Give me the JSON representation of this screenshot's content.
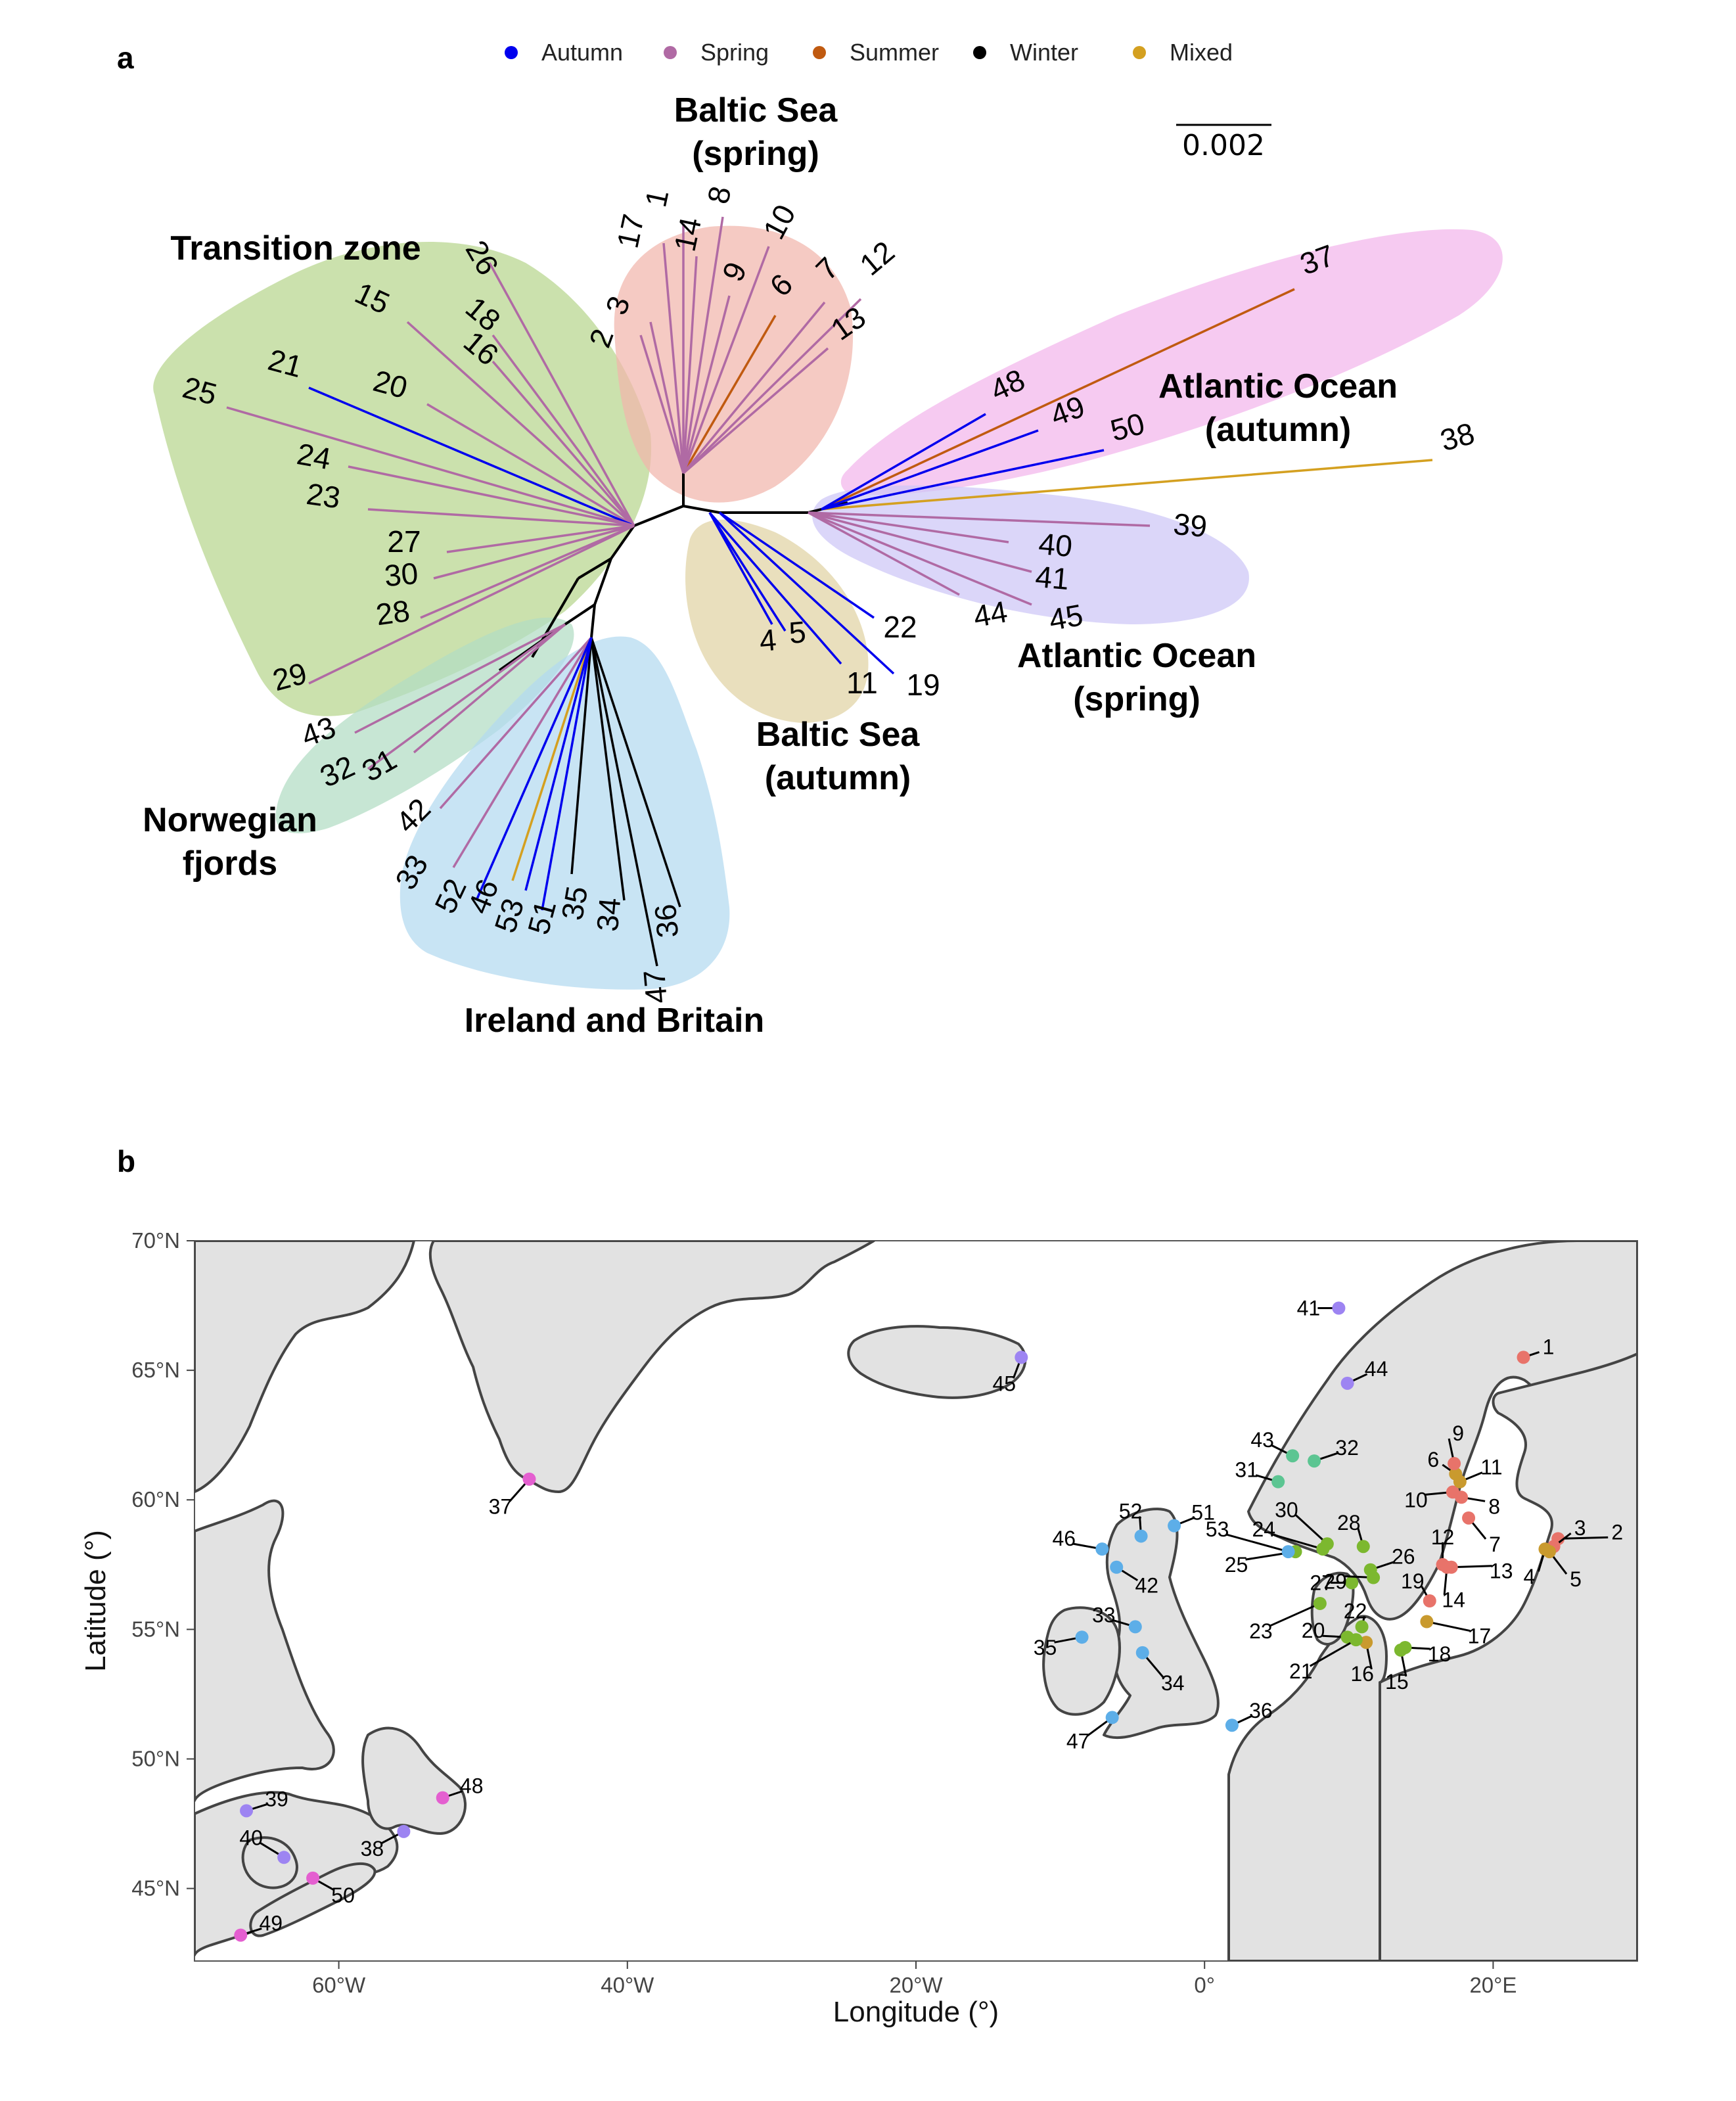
{
  "panel_a": {
    "label": "a",
    "legend": [
      {
        "name": "Autumn",
        "color": "#0000ee"
      },
      {
        "name": "Spring",
        "color": "#b06aa4"
      },
      {
        "name": "Summer",
        "color": "#c05a10"
      },
      {
        "name": "Winter",
        "color": "#000000"
      },
      {
        "name": "Mixed",
        "color": "#d4a020"
      }
    ],
    "scale_bar": "0.002",
    "clades": [
      {
        "id": "transition",
        "lines": [
          "Transition zone"
        ],
        "color": "#b7d58e"
      },
      {
        "id": "baltic_spring",
        "lines": [
          "Baltic Sea",
          "(spring)"
        ],
        "color": "#f1b6ac"
      },
      {
        "id": "atlantic_autumn",
        "lines": [
          "Atlantic Ocean",
          "(autumn)"
        ],
        "color": "#f2b5ec"
      },
      {
        "id": "atlantic_spring",
        "lines": [
          "Atlantic Ocean",
          "(spring)"
        ],
        "color": "#cdc6f7"
      },
      {
        "id": "baltic_autumn",
        "lines": [
          "Baltic Sea",
          "(autumn)"
        ],
        "color": "#e0d2a4"
      },
      {
        "id": "norwegian",
        "lines": [
          "Norwegian",
          "fjords"
        ],
        "color": "#b2dcc3"
      },
      {
        "id": "ireland",
        "lines": [
          "Ireland and Britain"
        ],
        "color": "#b3d9f0"
      }
    ],
    "tips": [
      {
        "id": "1",
        "season": "Spring"
      },
      {
        "id": "2",
        "season": "Spring"
      },
      {
        "id": "3",
        "season": "Spring"
      },
      {
        "id": "4",
        "season": "Autumn"
      },
      {
        "id": "5",
        "season": "Autumn"
      },
      {
        "id": "6",
        "season": "Summer"
      },
      {
        "id": "7",
        "season": "Spring"
      },
      {
        "id": "8",
        "season": "Spring"
      },
      {
        "id": "9",
        "season": "Spring"
      },
      {
        "id": "10",
        "season": "Spring"
      },
      {
        "id": "11",
        "season": "Autumn"
      },
      {
        "id": "12",
        "season": "Spring"
      },
      {
        "id": "13",
        "season": "Spring"
      },
      {
        "id": "14",
        "season": "Spring"
      },
      {
        "id": "15",
        "season": "Spring"
      },
      {
        "id": "16",
        "season": "Spring"
      },
      {
        "id": "17",
        "season": "Spring"
      },
      {
        "id": "18",
        "season": "Spring"
      },
      {
        "id": "19",
        "season": "Autumn"
      },
      {
        "id": "20",
        "season": "Spring"
      },
      {
        "id": "21",
        "season": "Autumn"
      },
      {
        "id": "22",
        "season": "Autumn"
      },
      {
        "id": "23",
        "season": "Spring"
      },
      {
        "id": "24",
        "season": "Spring"
      },
      {
        "id": "25",
        "season": "Spring"
      },
      {
        "id": "26",
        "season": "Spring"
      },
      {
        "id": "27",
        "season": "Spring"
      },
      {
        "id": "28",
        "season": "Spring"
      },
      {
        "id": "29",
        "season": "Spring"
      },
      {
        "id": "30",
        "season": "Spring"
      },
      {
        "id": "31",
        "season": "Spring"
      },
      {
        "id": "32",
        "season": "Spring"
      },
      {
        "id": "33",
        "season": "Spring"
      },
      {
        "id": "34",
        "season": "Winter"
      },
      {
        "id": "35",
        "season": "Winter"
      },
      {
        "id": "36",
        "season": "Winter"
      },
      {
        "id": "37",
        "season": "Summer"
      },
      {
        "id": "38",
        "season": "Mixed"
      },
      {
        "id": "39",
        "season": "Spring"
      },
      {
        "id": "40",
        "season": "Spring"
      },
      {
        "id": "41",
        "season": "Spring"
      },
      {
        "id": "42",
        "season": "Spring"
      },
      {
        "id": "43",
        "season": "Spring"
      },
      {
        "id": "44",
        "season": "Spring"
      },
      {
        "id": "45",
        "season": "Spring"
      },
      {
        "id": "46",
        "season": "Mixed"
      },
      {
        "id": "47",
        "season": "Winter"
      },
      {
        "id": "48",
        "season": "Autumn"
      },
      {
        "id": "49",
        "season": "Autumn"
      },
      {
        "id": "50",
        "season": "Autumn"
      },
      {
        "id": "51",
        "season": "Autumn"
      },
      {
        "id": "52",
        "season": "Autumn"
      },
      {
        "id": "53",
        "season": "Autumn"
      }
    ]
  },
  "panel_b": {
    "label": "b",
    "x_axis": {
      "title": "Longitude (°)",
      "ticks": [
        "60°W",
        "40°W",
        "20°W",
        "0°",
        "20°E"
      ]
    },
    "y_axis": {
      "title": "Latitude (°)",
      "ticks": [
        "70°N",
        "65°N",
        "60°N",
        "55°N",
        "50°N",
        "45°N"
      ]
    },
    "colors": {
      "sea": "#ffffff",
      "land": "#e2e2e2",
      "border": "#444444",
      "baltic_spring": "#e8736a",
      "mixed": "#c99a2e",
      "transition": "#7cb82f",
      "norwegian": "#5cc592",
      "ireland": "#5daee8",
      "atlantic_spring": "#9d84f2",
      "atlantic_autumn": "#e45fd0"
    },
    "sites": [
      {
        "id": "1",
        "lon": 22.1,
        "lat": 65.5,
        "group": "baltic_spring"
      },
      {
        "id": "2",
        "lon": 24.5,
        "lat": 58.5,
        "group": "baltic_spring"
      },
      {
        "id": "3",
        "lon": 24.2,
        "lat": 58.2,
        "group": "baltic_spring"
      },
      {
        "id": "4",
        "lon": 23.6,
        "lat": 58.1,
        "group": "mixed"
      },
      {
        "id": "5",
        "lon": 23.9,
        "lat": 58.0,
        "group": "mixed"
      },
      {
        "id": "6",
        "lon": 17.4,
        "lat": 61.0,
        "group": "mixed"
      },
      {
        "id": "7",
        "lon": 18.3,
        "lat": 59.3,
        "group": "baltic_spring"
      },
      {
        "id": "8",
        "lon": 17.8,
        "lat": 60.1,
        "group": "baltic_spring"
      },
      {
        "id": "9",
        "lon": 17.3,
        "lat": 61.4,
        "group": "baltic_spring"
      },
      {
        "id": "10",
        "lon": 17.2,
        "lat": 60.3,
        "group": "baltic_spring"
      },
      {
        "id": "11",
        "lon": 17.7,
        "lat": 60.7,
        "group": "mixed"
      },
      {
        "id": "12",
        "lon": 16.5,
        "lat": 57.5,
        "group": "baltic_spring"
      },
      {
        "id": "13",
        "lon": 17.1,
        "lat": 57.4,
        "group": "baltic_spring"
      },
      {
        "id": "14",
        "lon": 16.8,
        "lat": 57.4,
        "group": "baltic_spring"
      },
      {
        "id": "15",
        "lon": 13.6,
        "lat": 54.2,
        "group": "transition"
      },
      {
        "id": "16",
        "lon": 11.2,
        "lat": 54.5,
        "group": "mixed"
      },
      {
        "id": "17",
        "lon": 15.4,
        "lat": 55.3,
        "group": "mixed"
      },
      {
        "id": "18",
        "lon": 13.9,
        "lat": 54.3,
        "group": "transition"
      },
      {
        "id": "19",
        "lon": 15.6,
        "lat": 56.1,
        "group": "baltic_spring"
      },
      {
        "id": "20",
        "lon": 9.9,
        "lat": 54.7,
        "group": "transition"
      },
      {
        "id": "21",
        "lon": 10.5,
        "lat": 54.6,
        "group": "transition"
      },
      {
        "id": "22",
        "lon": 10.9,
        "lat": 55.1,
        "group": "transition"
      },
      {
        "id": "23",
        "lon": 8.0,
        "lat": 56.0,
        "group": "transition"
      },
      {
        "id": "24",
        "lon": 8.2,
        "lat": 58.1,
        "group": "transition"
      },
      {
        "id": "25",
        "lon": 6.3,
        "lat": 58.0,
        "group": "transition"
      },
      {
        "id": "26",
        "lon": 11.5,
        "lat": 57.3,
        "group": "transition"
      },
      {
        "id": "27",
        "lon": 10.2,
        "lat": 56.8,
        "group": "transition"
      },
      {
        "id": "28",
        "lon": 11.0,
        "lat": 58.2,
        "group": "transition"
      },
      {
        "id": "29",
        "lon": 11.7,
        "lat": 57.0,
        "group": "transition"
      },
      {
        "id": "30",
        "lon": 8.5,
        "lat": 58.3,
        "group": "transition"
      },
      {
        "id": "31",
        "lon": 5.1,
        "lat": 60.7,
        "group": "norwegian"
      },
      {
        "id": "32",
        "lon": 7.6,
        "lat": 61.5,
        "group": "norwegian"
      },
      {
        "id": "33",
        "lon": -4.8,
        "lat": 55.1,
        "group": "ireland"
      },
      {
        "id": "34",
        "lon": -4.3,
        "lat": 54.1,
        "group": "ireland"
      },
      {
        "id": "35",
        "lon": -8.5,
        "lat": 54.7,
        "group": "ireland"
      },
      {
        "id": "36",
        "lon": 1.9,
        "lat": 51.3,
        "group": "ireland"
      },
      {
        "id": "37",
        "lon": -46.8,
        "lat": 60.8,
        "group": "atlantic_autumn"
      },
      {
        "id": "38",
        "lon": -55.5,
        "lat": 47.2,
        "group": "atlantic_spring"
      },
      {
        "id": "39",
        "lon": -66.4,
        "lat": 48.0,
        "group": "atlantic_spring"
      },
      {
        "id": "40",
        "lon": -63.8,
        "lat": 46.2,
        "group": "atlantic_spring"
      },
      {
        "id": "41",
        "lon": 9.3,
        "lat": 67.4,
        "group": "atlantic_spring"
      },
      {
        "id": "42",
        "lon": -6.1,
        "lat": 57.4,
        "group": "ireland"
      },
      {
        "id": "43",
        "lon": 6.1,
        "lat": 61.7,
        "group": "norwegian"
      },
      {
        "id": "44",
        "lon": 9.9,
        "lat": 64.5,
        "group": "atlantic_spring"
      },
      {
        "id": "45",
        "lon": -12.7,
        "lat": 65.5,
        "group": "atlantic_spring"
      },
      {
        "id": "46",
        "lon": -7.1,
        "lat": 58.1,
        "group": "ireland"
      },
      {
        "id": "47",
        "lon": -6.4,
        "lat": 51.6,
        "group": "ireland"
      },
      {
        "id": "48",
        "lon": -52.8,
        "lat": 48.5,
        "group": "atlantic_autumn"
      },
      {
        "id": "49",
        "lon": -66.8,
        "lat": 43.2,
        "group": "atlantic_autumn"
      },
      {
        "id": "50",
        "lon": -61.8,
        "lat": 45.4,
        "group": "atlantic_autumn"
      },
      {
        "id": "51",
        "lon": -2.1,
        "lat": 59.0,
        "group": "ireland"
      },
      {
        "id": "52",
        "lon": -4.4,
        "lat": 58.6,
        "group": "ireland"
      },
      {
        "id": "53",
        "lon": 5.8,
        "lat": 58.0,
        "group": "ireland"
      }
    ]
  }
}
